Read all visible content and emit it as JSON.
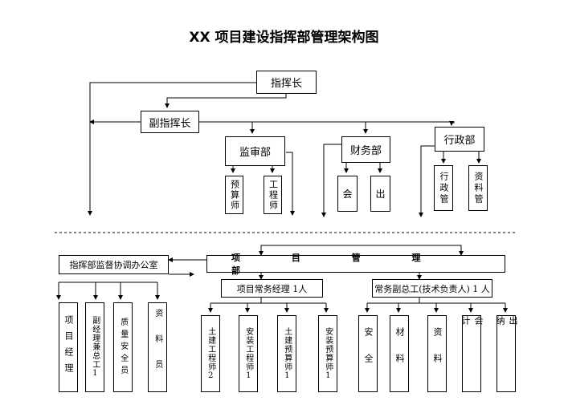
{
  "title": "XX 项目建设指挥部管理架构图",
  "top": {
    "commander": "指挥长",
    "deputy": "副指挥长",
    "audit": "监审部",
    "finance": "财务部",
    "admin": "行政部",
    "budget_engineer": "预算师",
    "engineer": "工程师",
    "accountant": "会",
    "cashier": "出",
    "admin_manager": "行政管",
    "archive_manager": "资料管"
  },
  "bottom": {
    "office": "指挥部监督协调办公室",
    "pm_dept": "项 目 管 理 部",
    "exec_pm": "项目常务经理 1人",
    "deputy_chief": "常务副总工(技术负责人) 1 人",
    "office_staff": [
      "项目经理",
      "副经理兼总工1",
      "质量安全员",
      "资料员"
    ],
    "exec_staff": [
      "土建工程师2",
      "安装工程师1",
      "土建预算师1",
      "安装预算师1"
    ],
    "chief_staff": [
      "安全",
      "材料",
      "资料",
      "会计",
      "出纳"
    ]
  },
  "colors": {
    "line": "#000000",
    "text": "#000000"
  }
}
